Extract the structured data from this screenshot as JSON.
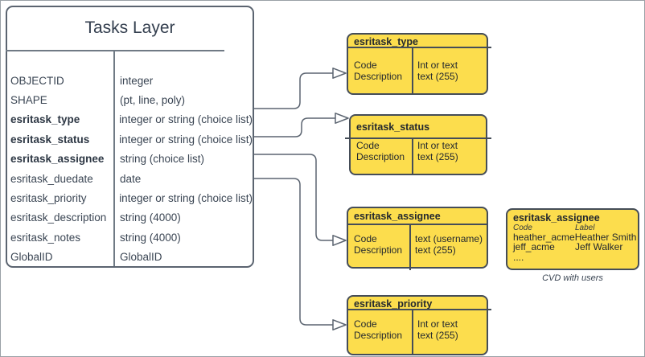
{
  "colors": {
    "page_border": "#9aa0a6",
    "line_gray": "#5b6470",
    "box_yellow": "#fcdd4d",
    "box_border": "#454d58",
    "text_dark": "#3a4553"
  },
  "tasks_layer": {
    "title": "Tasks Layer",
    "rows": [
      {
        "name": "OBJECTID",
        "type": "integer"
      },
      {
        "name": "SHAPE",
        "type": "(pt, line, poly)"
      },
      {
        "name": "esritask_type",
        "type": "integer or string (choice list)"
      },
      {
        "name": "esritask_status",
        "type": "integer or string (choice list)"
      },
      {
        "name": "esritask_assignee",
        "type": "string (choice list)"
      },
      {
        "name": "esritask_duedate",
        "type": "date"
      },
      {
        "name": "esritask_priority",
        "type": "integer or string (choice list)"
      },
      {
        "name": "esritask_description",
        "type": "string (4000)"
      },
      {
        "name": "esritask_notes",
        "type": "string (4000)"
      },
      {
        "name": "GlobalID",
        "type": "GlobalID"
      }
    ]
  },
  "domains": [
    {
      "title": "esritask_type",
      "left1": "Code",
      "left2": "Description",
      "right1": "Int or text",
      "right2": "text (255)"
    },
    {
      "title": "esritask_status",
      "left1": "Code",
      "left2": "Description",
      "right1": "Int or text",
      "right2": "text (255)"
    },
    {
      "title": "esritask_assignee",
      "left1": "Code",
      "left2": "Description",
      "right1": "text  (username)",
      "right2": "text (255)"
    },
    {
      "title": "esritask_priority",
      "left1": "Code",
      "left2": "Description",
      "right1": "Int or text",
      "right2": "text (255)"
    }
  ],
  "cvd": {
    "title": "esritask_assignee",
    "code_header": "Code",
    "label_header": "Label",
    "rows": [
      {
        "code": "heather_acme",
        "label": "Heather Smith"
      },
      {
        "code": "jeff_acme",
        "label": "Jeff Walker"
      },
      {
        "code": "....",
        "label": ""
      }
    ],
    "caption": "CVD with users"
  }
}
